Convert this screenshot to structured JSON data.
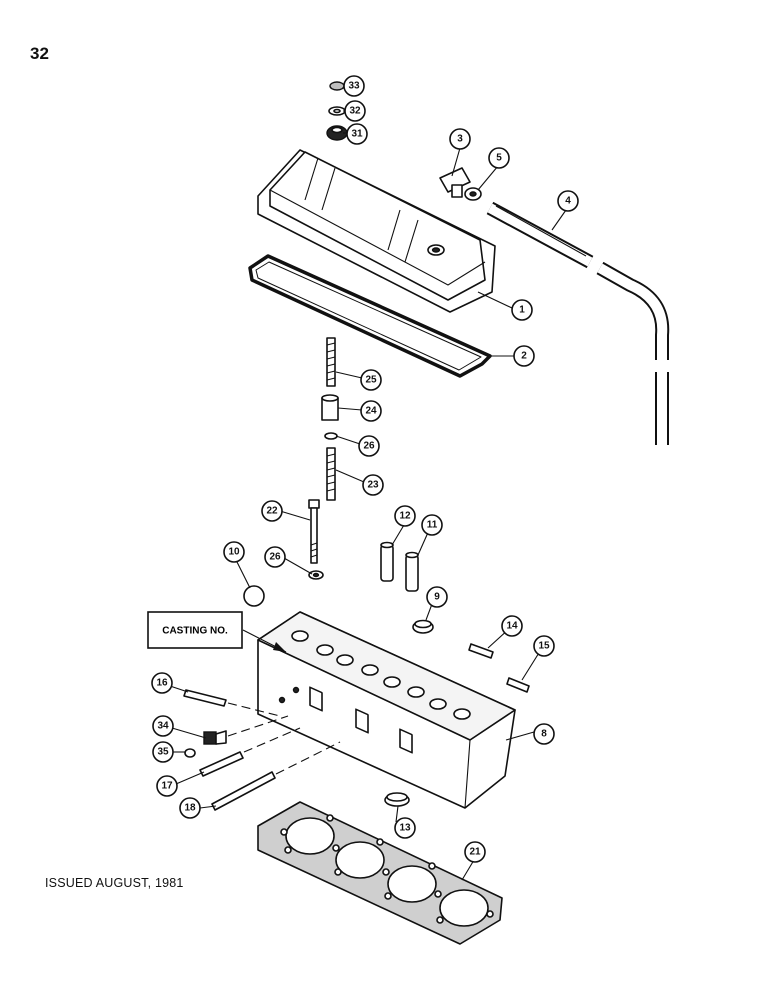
{
  "page_number": "32",
  "footer": {
    "issued": "ISSUED AUGUST, 1981"
  },
  "casting_label": "CASTING NO.",
  "callouts": {
    "c33": "33",
    "c32": "32",
    "c31": "31",
    "c3": "3",
    "c5": "5",
    "c4": "4",
    "c1": "1",
    "c2": "2",
    "c25": "25",
    "c24": "24",
    "c26a": "26",
    "c23": "23",
    "c22": "22",
    "c12": "12",
    "c11": "11",
    "c10": "10",
    "c26b": "26",
    "c9": "9",
    "c14": "14",
    "c15": "15",
    "c16": "16",
    "c34": "34",
    "c35": "35",
    "c8": "8",
    "c17": "17",
    "c18": "18",
    "c13": "13",
    "c21": "21"
  }
}
